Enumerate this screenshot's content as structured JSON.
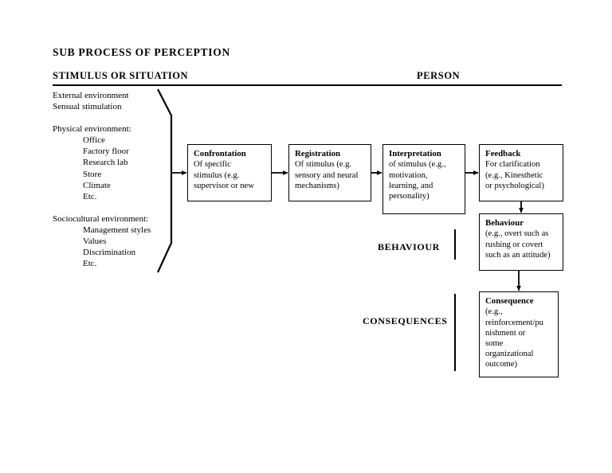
{
  "document": {
    "title": "SUB PROCESS OF PERCEPTION",
    "band_left": "STIMULUS OR SITUATION",
    "band_right": "PERSON"
  },
  "stimulus_column": {
    "group1": [
      "External environment",
      "Sensual stimulation"
    ],
    "group2_heading": "Physical environment:",
    "group2_items": [
      "Office",
      "Factory floor",
      "Research lab",
      "Store",
      "Climate",
      "Etc."
    ],
    "group3_heading": "Sociocultural environment:",
    "group3_items": [
      "Management styles",
      "Values",
      "Discrimination",
      "Etc."
    ]
  },
  "boxes": {
    "confrontation": {
      "title": "Confrontation",
      "lines": [
        "Of specific",
        "stimulus (e.g.",
        "supervisor or new"
      ]
    },
    "registration": {
      "title": "Registration",
      "lines": [
        "Of stimulus (e.g.",
        "sensory and neural",
        "mechanisms)"
      ]
    },
    "interpretation": {
      "title": "Interpretation",
      "lines": [
        "of stimulus (e.g.,",
        "motivation,",
        "learning, and",
        "personality)"
      ]
    },
    "feedback": {
      "title": "Feedback",
      "lines": [
        "For clarification",
        "(e.g., Kinesthetic",
        "or psychological)"
      ]
    },
    "behaviour": {
      "title": "Behaviour",
      "lines": [
        "(e.g., overt such as",
        "rushing or covert",
        "such as an attitude)"
      ]
    },
    "consequence": {
      "title": "Consequence",
      "lines": [
        "(e.g.,",
        "reinforcement/pu",
        "nishment or",
        "some",
        "organizational",
        "outcome)"
      ]
    }
  },
  "phase_labels": {
    "behaviour": "BEHAVIOUR",
    "consequences": "CONSEQUENCES"
  },
  "colors": {
    "ink": "#000000",
    "paper": "#ffffff"
  }
}
